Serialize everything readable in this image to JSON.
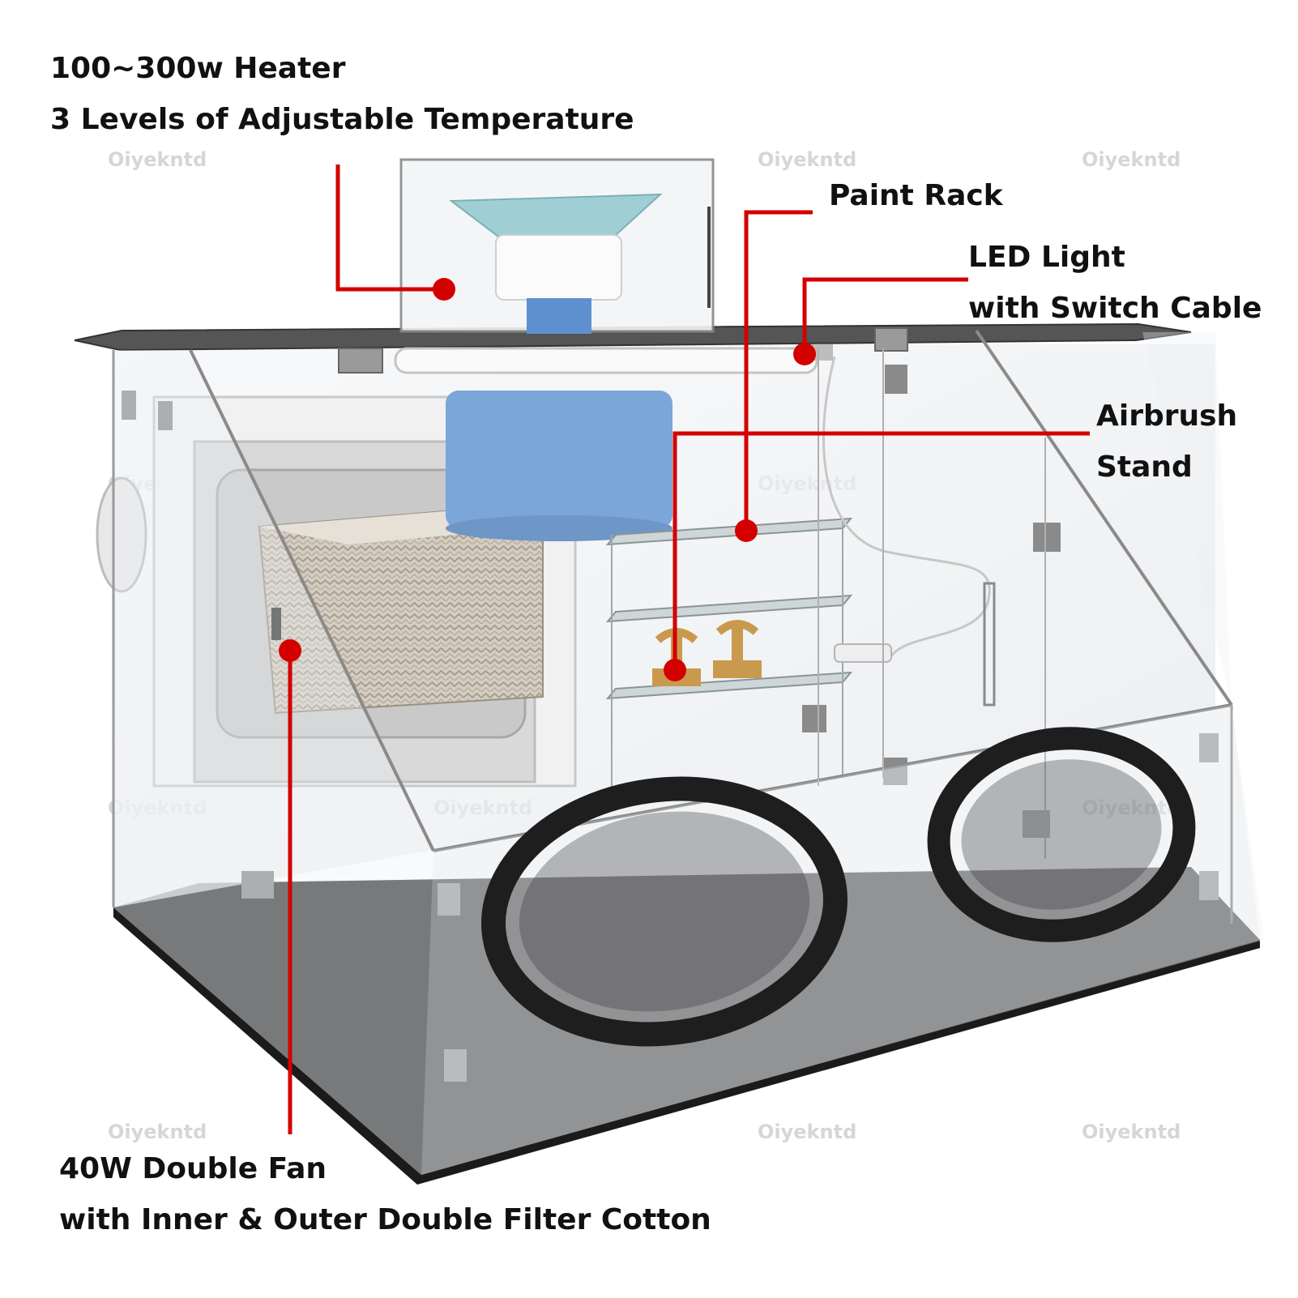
{
  "image_kind": "product feature diagram",
  "colors": {
    "callout": "#d40000",
    "glass_edge": "#8a8a8a",
    "base": "#3a3a3a",
    "filter_blue": "#7aa6d9",
    "gasket": "#1e1e1e",
    "wood": "#c99a4e"
  },
  "watermark": "Oiyekntd",
  "labels": {
    "heater": {
      "line1": "100~300w Heater",
      "line2": "3 Levels of Adjustable Temperature"
    },
    "paint_rack": {
      "line1": "Paint Rack"
    },
    "led": {
      "line1": "LED Light",
      "line2": "with Switch Cable"
    },
    "airbrush": {
      "line1": "Airbrush",
      "line2": "Stand"
    },
    "fan": {
      "line1": "40W Double Fan",
      "line2": "with Inner & Outer Double Filter Cotton"
    }
  }
}
